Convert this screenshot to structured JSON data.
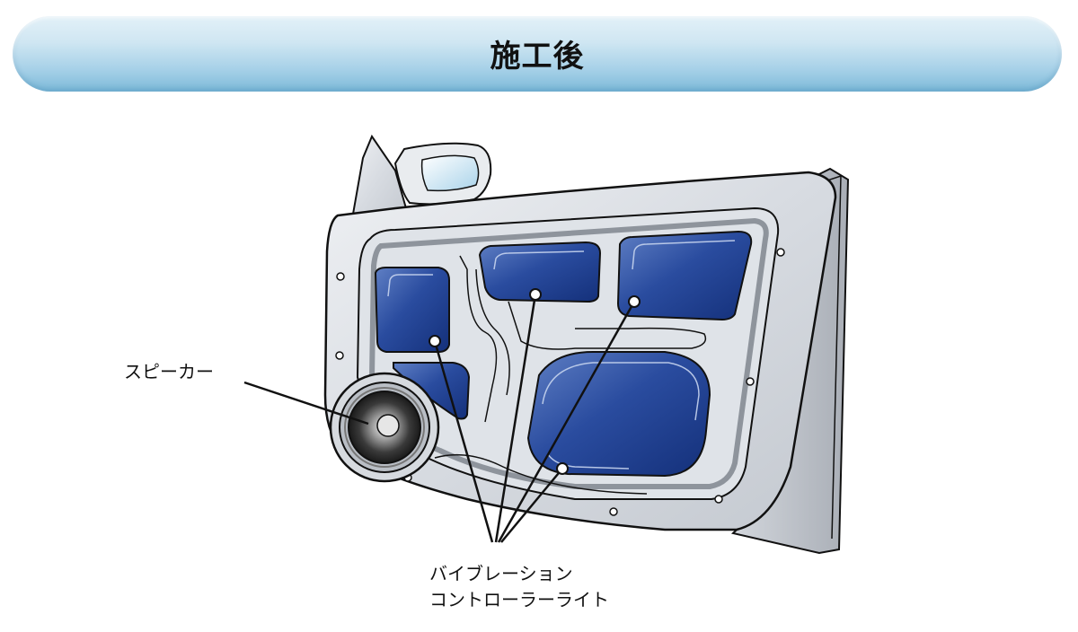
{
  "header": {
    "title": "施工後"
  },
  "labels": {
    "speaker": "スピーカー",
    "vcl_line1": "バイブレーション",
    "vcl_line2": "コントローラーライト"
  },
  "colors": {
    "header_top": "#e3f1f8",
    "header_bottom": "#7dbad9",
    "panel_fill": "#1c3d8f",
    "door_metal": "#d9dde3",
    "outline": "#111111"
  }
}
